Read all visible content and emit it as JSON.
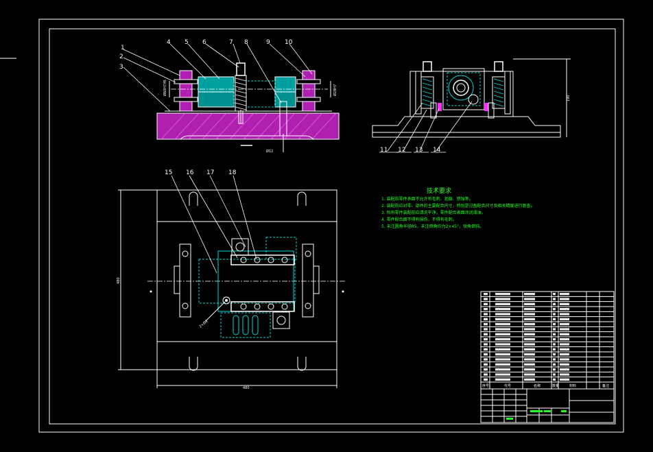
{
  "callouts": {
    "front_view": [
      "1",
      "2",
      "3",
      "4",
      "5",
      "6",
      "7",
      "8",
      "9",
      "10"
    ],
    "side_view": [
      "11",
      "12",
      "13",
      "14"
    ],
    "plan_view": [
      "15",
      "16",
      "17",
      "18"
    ]
  },
  "dimensions": {
    "front_left": "Ø60H7/f6",
    "front_right": "Ø28H7",
    "front_bottom": "Ø12",
    "side_height": "190",
    "plan_height": "480",
    "plan_width": "480",
    "plan_hole": "2×Ø8"
  },
  "technical_requirements": {
    "title": "技术要求",
    "items": [
      "1. 装配前零件表面不允许有毛刺、划痕、锈蚀等。",
      "2. 装配前应对零、部件的主要配合尺寸，特别是过盈配合尺寸及相关精度进行复查。",
      "3. 所有零件装配前应清洗干净，零件配合表面涂润滑油。",
      "4. 零件配合面不得有损伤，不得有毛刺。",
      "5. 未注圆角半径R5，未注倒角均为2×45°，锐角倒钝。"
    ]
  },
  "bom_header": [
    "序号",
    "代号",
    "名称",
    "数量",
    "材料",
    "备注"
  ],
  "bom_row_count": 18,
  "title_block_text": "",
  "colors": {
    "background": "#000000",
    "line": "#ffffff",
    "hidden": "#00d8d8",
    "section": "#c020c0",
    "annotation": "#22ff22",
    "marker": "#ff30ff"
  }
}
